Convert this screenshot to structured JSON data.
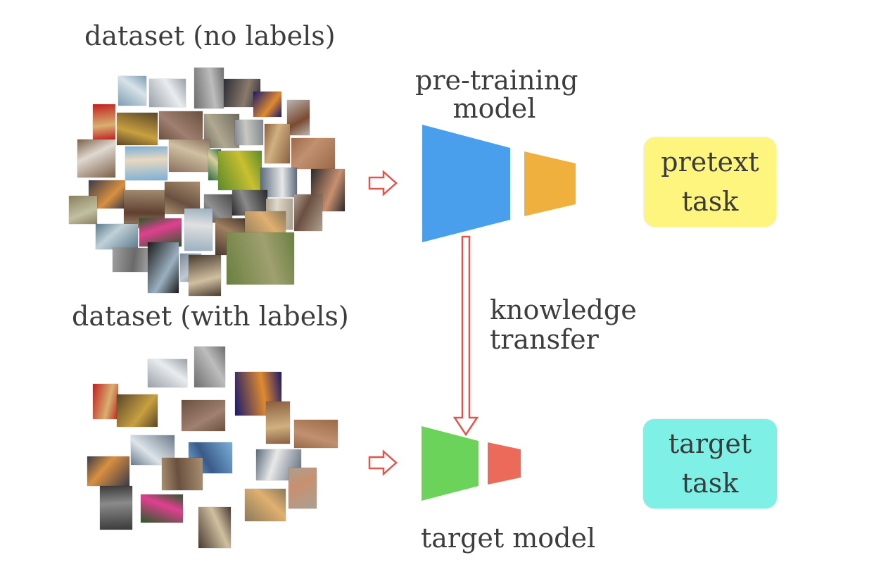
{
  "labels": {
    "unlabeled_dataset": "dataset (no labels)",
    "labeled_dataset": "dataset (with labels)",
    "pretraining_model_line1": "pre-training",
    "pretraining_model_line2": "model",
    "knowledge_line1": "knowledge",
    "knowledge_line2": "transfer",
    "target_model": "target model"
  },
  "pretext_task": {
    "line1": "pretext",
    "line2": "task"
  },
  "target_task": {
    "line1": "target",
    "line2": "task"
  },
  "colors": {
    "pretrain_encoder": "#4a9fed",
    "pretrain_head": "#f0b03e",
    "target_encoder": "#6bd35a",
    "target_head": "#ec6a5a",
    "pretext_box": "#fdf57e",
    "target_box": "#7ef0e6",
    "arrow_outline": "#e2554a"
  }
}
